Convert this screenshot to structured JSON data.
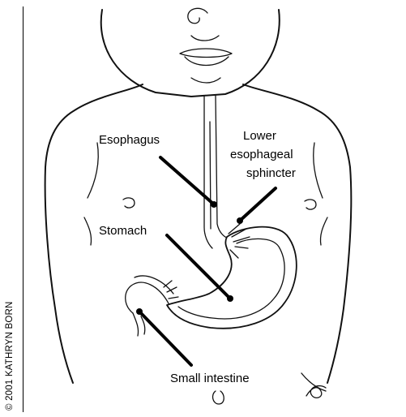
{
  "labels": {
    "esophagus": "Esophagus",
    "lower_esophageal_sphincter_line1": "Lower",
    "lower_esophageal_sphincter_line2": "esophageal",
    "lower_esophageal_sphincter_line3": "sphincter",
    "stomach": "Stomach",
    "small_intestine": "Small intestine"
  },
  "copyright": "© 2001 KATHRYN BORN"
}
